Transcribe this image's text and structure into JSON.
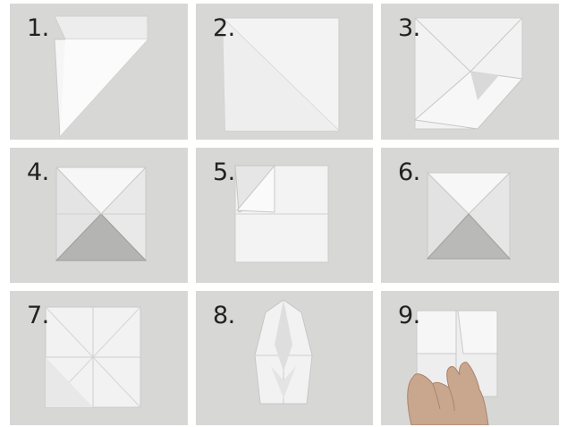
{
  "steps": [
    {
      "label": "1."
    },
    {
      "label": "2."
    },
    {
      "label": "3."
    },
    {
      "label": "4."
    },
    {
      "label": "5."
    },
    {
      "label": "6."
    },
    {
      "label": "7."
    },
    {
      "label": "8."
    },
    {
      "label": "9."
    }
  ],
  "colors": {
    "background": "#d7d8d6",
    "paper": "#f4f4f4",
    "shadow": "#a9aaa8",
    "number": "#222222"
  }
}
